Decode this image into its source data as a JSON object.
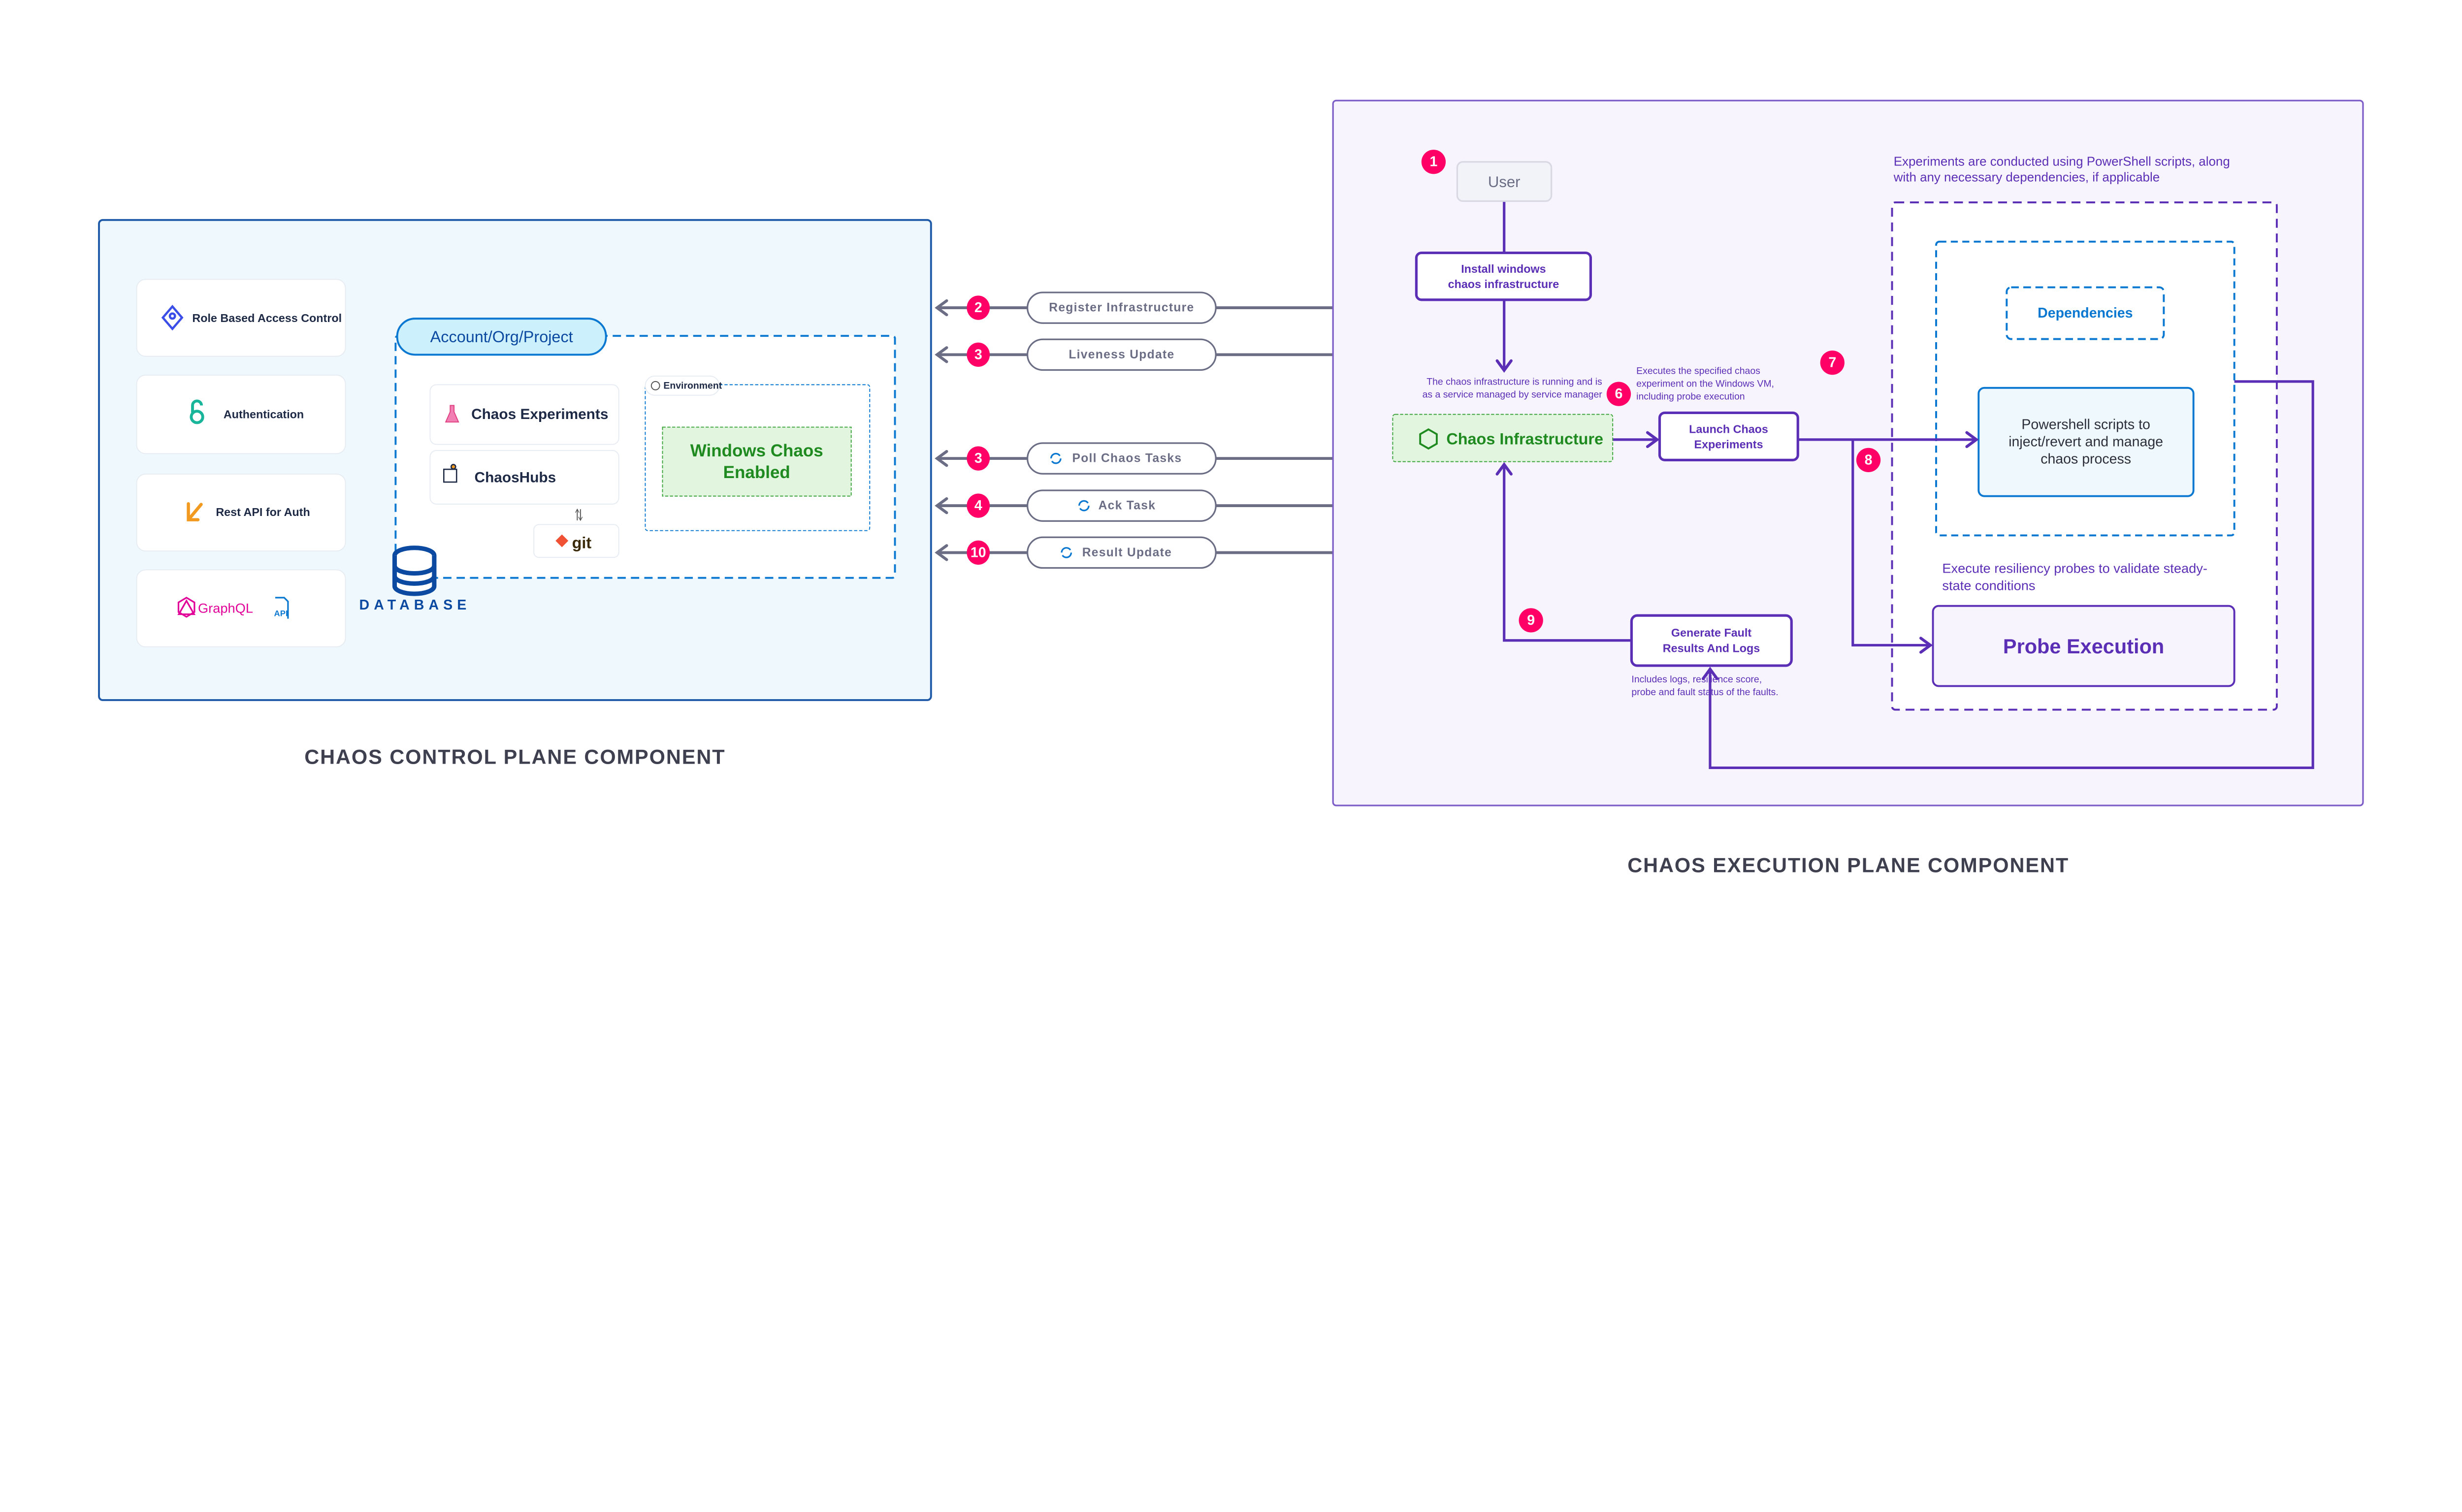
{
  "control_plane": {
    "title": "CHAOS CONTROL PLANE COMPONENT",
    "cards": [
      {
        "label": "Role Based Access Control",
        "icon": "rbac-icon"
      },
      {
        "label": "Authentication",
        "icon": "openaccess-icon"
      },
      {
        "label": "Rest API for Auth",
        "icon": "rest-api-icon"
      },
      {
        "label": "GraphQL",
        "icon": "graphql-icon",
        "extra": "API"
      }
    ],
    "account_scope": "Account/Org/Project",
    "modules": [
      "Chaos Experiments",
      "ChaosHubs"
    ],
    "git_label": "git",
    "environment_label": "Environment",
    "windows_chaos": [
      "Windows Chaos",
      "Enabled"
    ],
    "database_label": "DATABASE"
  },
  "messages": [
    {
      "step": "2",
      "label": "Register Infrastructure",
      "sync_icon": false
    },
    {
      "step": "3",
      "label": "Liveness Update",
      "sync_icon": false
    },
    {
      "step": "3",
      "label": "Poll Chaos Tasks",
      "sync_icon": true
    },
    {
      "step": "4",
      "label": "Ack Task",
      "sync_icon": true
    },
    {
      "step": "10",
      "label": "Result Update",
      "sync_icon": true
    }
  ],
  "execution_plane": {
    "title": "CHAOS EXECUTION PLANE COMPONENT",
    "user": {
      "step": "1",
      "label": "User"
    },
    "install": [
      "Install windows",
      "chaos infrastructure"
    ],
    "infra_note": [
      "The chaos infrastructure is running and is",
      "as a service managed by service manager"
    ],
    "infra_step": "6",
    "infra_label": "Chaos Infrastructure",
    "launch": [
      "Launch Chaos",
      "Experiments"
    ],
    "launch_note": [
      "Executes the specified chaos",
      "experiment on the Windows VM,",
      "including probe execution"
    ],
    "launch_step": "7",
    "probe_step": "8",
    "scripts_note": [
      "Experiments are conducted using PowerShell scripts, along",
      "with any necessary dependencies, if applicable"
    ],
    "dependencies": "Dependencies",
    "powershell": [
      "Powershell scripts to",
      "inject/revert and manage",
      "chaos process"
    ],
    "probe_note": [
      "Execute resiliency probes to validate steady-",
      "state conditions"
    ],
    "probe": "Probe Execution",
    "generate_step": "9",
    "generate": [
      "Generate Fault",
      "Results And Logs"
    ],
    "generate_note": [
      "Includes logs, resilience score,",
      "probe and fault status of the faults."
    ]
  },
  "colors": {
    "badge": "#ff0066",
    "purple": "#5b2fb5",
    "blue": "#0a78d1",
    "green": "#1f8a1f"
  }
}
